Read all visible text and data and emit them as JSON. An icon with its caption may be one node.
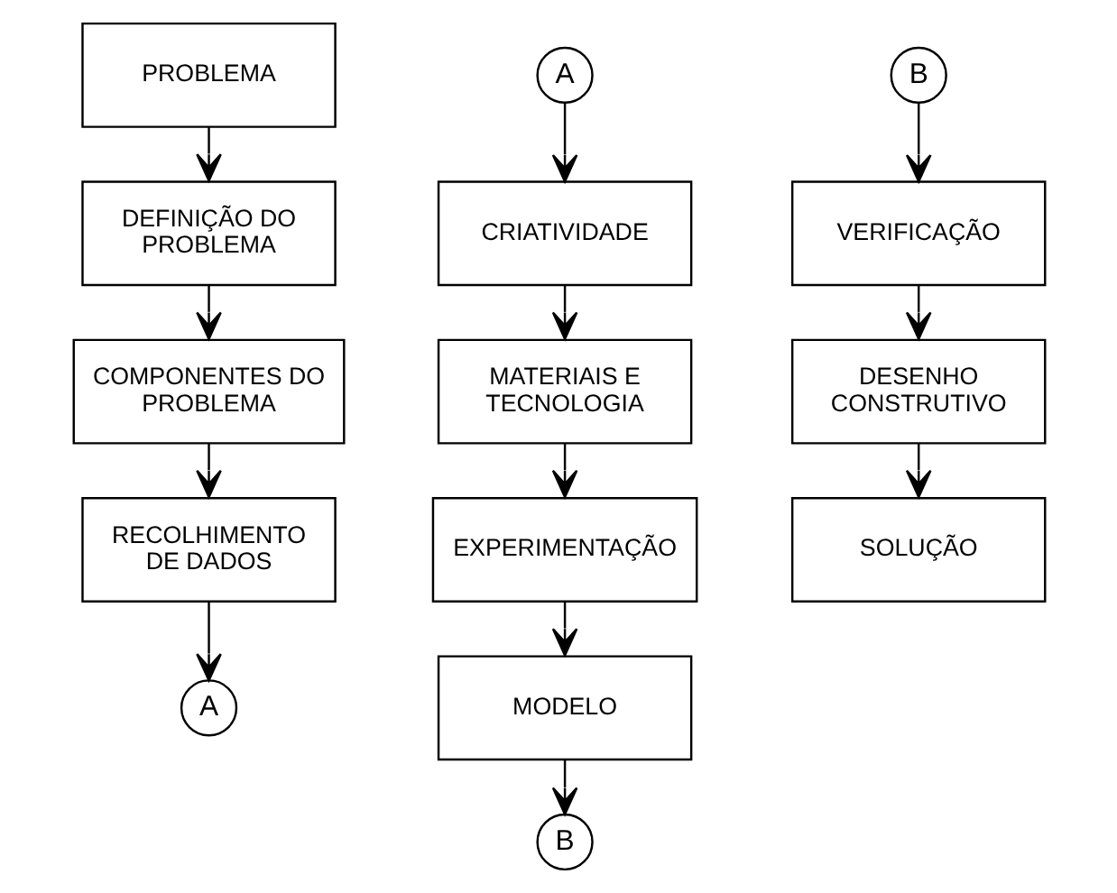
{
  "diagram": {
    "nodes": [
      {
        "text": [
          "PROBLEMA"
        ]
      },
      {
        "text": [
          "DEFINIÇÃO DO PROBLEMA"
        ]
      },
      {
        "text": [
          "COMPONENTES DO PROBLEMA"
        ]
      },
      {
        "text": [
          "RECOLHIMENTO DE DADOS"
        ]
      },
      {
        "text": [
          "A"
        ]
      },
      {
        "text": [
          "A"
        ]
      },
      {
        "text": [
          "CRIATIVIDADE"
        ]
      },
      {
        "text": [
          "MATERIAIS E TECNOLOGIA"
        ]
      },
      {
        "text": [
          "EXPERIMENTAÇÃO"
        ]
      },
      {
        "text": [
          "MODELO"
        ]
      },
      {
        "text": [
          "B"
        ]
      },
      {
        "text": [
          "B"
        ]
      },
      {
        "text": [
          "VERIFICAÇÃO"
        ]
      },
      {
        "text": [
          "DESENHO CONSTRUTIVO"
        ]
      },
      {
        "text": [
          "SOLUÇÃO"
        ]
      }
    ],
    "edges": [
      {
        "from": 0,
        "to": 1,
        "arrow": "to"
      },
      {
        "from": 1,
        "to": 2,
        "arrow": "to"
      },
      {
        "from": 2,
        "to": 3,
        "arrow": "to"
      },
      {
        "from": 3,
        "to": 4,
        "arrow": "to"
      },
      {
        "from": 5,
        "to": 6,
        "arrow": "to"
      },
      {
        "from": 6,
        "to": 7,
        "arrow": "to"
      },
      {
        "from": 7,
        "to": 8,
        "arrow": "to"
      },
      {
        "from": 8,
        "to": 9,
        "arrow": "to"
      },
      {
        "from": 9,
        "to": 10,
        "arrow": "to"
      },
      {
        "from": 11,
        "to": 12,
        "arrow": "to"
      },
      {
        "from": 12,
        "to": 13,
        "arrow": "to"
      },
      {
        "from": 13,
        "to": 14,
        "arrow": "to"
      }
    ]
  }
}
